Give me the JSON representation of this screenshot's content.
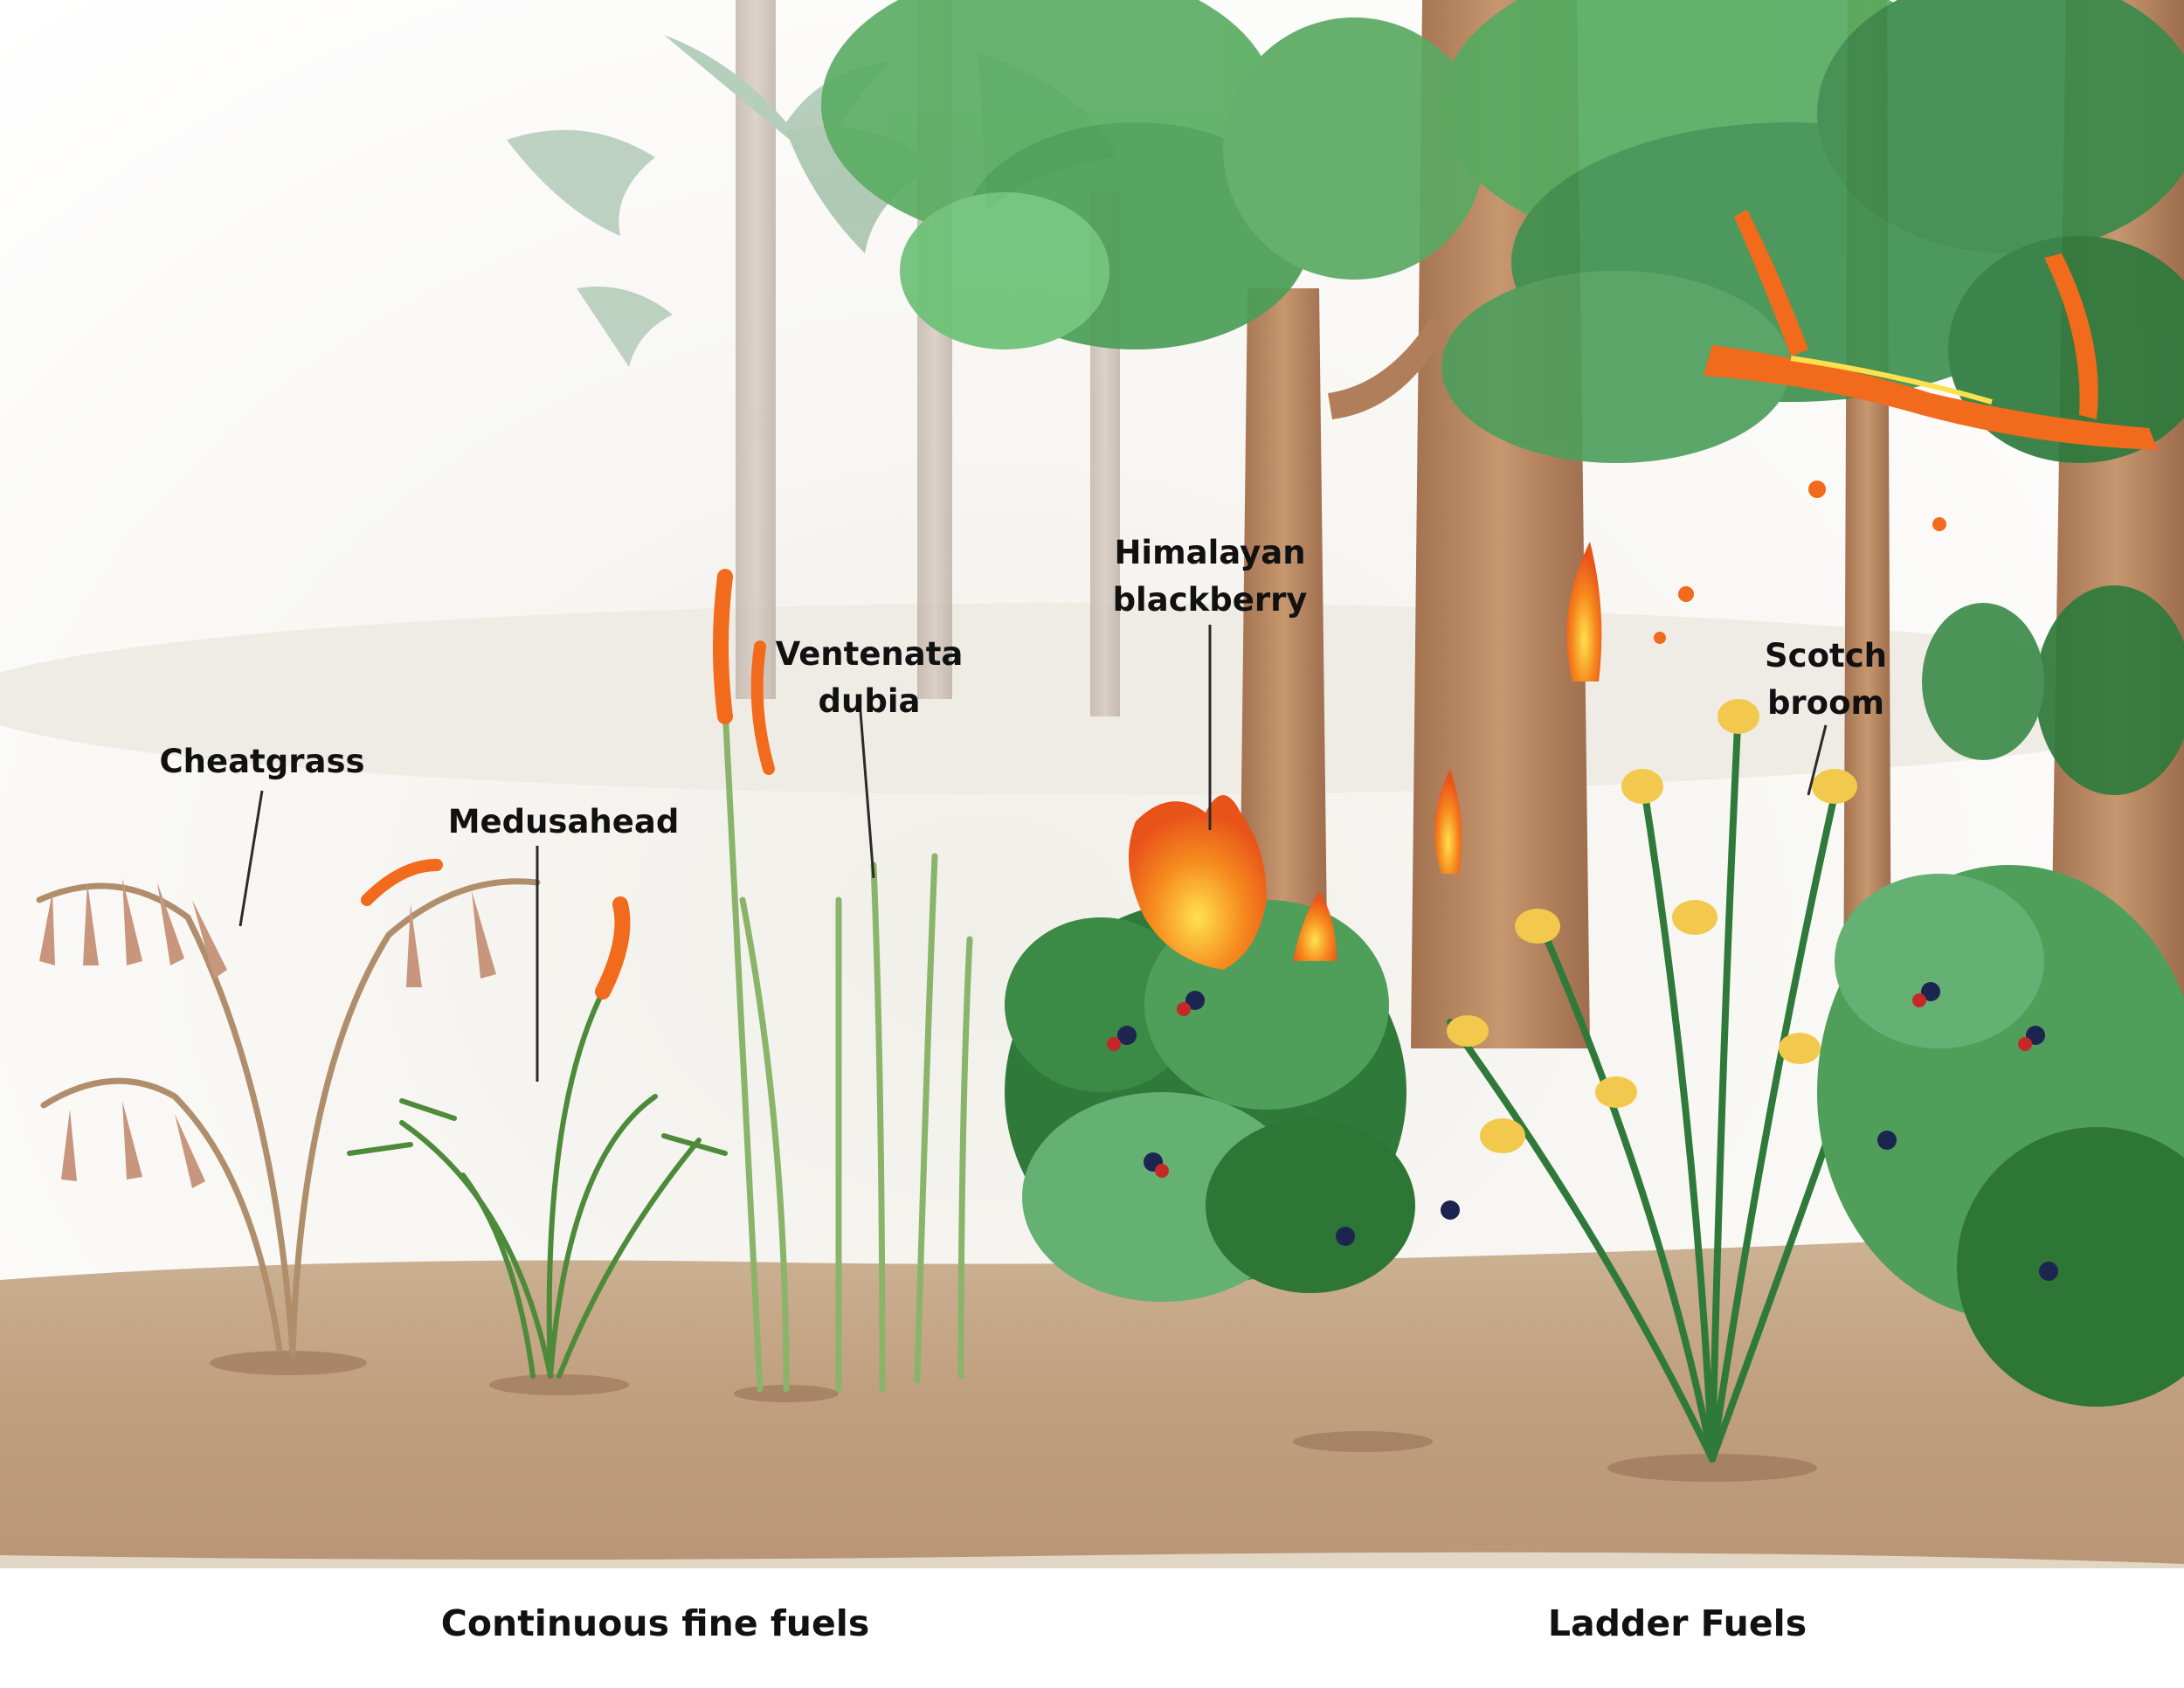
{
  "labels": {
    "cheatgrass": "Cheatgrass",
    "medusahead": "Medusahead",
    "ventenata_line1": "Ventenata",
    "ventenata_line2": "dubia",
    "blackberry_line1": "Himalayan",
    "blackberry_line2": "blackberry",
    "broom_line1": "Scotch",
    "broom_line2": "broom"
  },
  "captions": {
    "left": "Continuous fine fuels",
    "right": "Ladder Fuels"
  },
  "colors": {
    "sky": "#ffffff",
    "mist": "#f3f2ee",
    "ground": "#c4a482",
    "ground_dark": "#8e6a4c",
    "trunk": "#b98764",
    "trunk_far": "#c9bcb2",
    "canopy": "#4fa85a",
    "canopy_dark": "#2e7a3c",
    "leaf_bush": "#2f7a3a",
    "leaf_light": "#7cc48a",
    "broom_flower": "#f2c94c",
    "flame": "#f26a1b",
    "flame_core": "#ffe14d",
    "berry": "#1c2550",
    "berry_red": "#c62828",
    "cheatgrass": "#c7967c",
    "callout_line": "#2b2b2b"
  }
}
